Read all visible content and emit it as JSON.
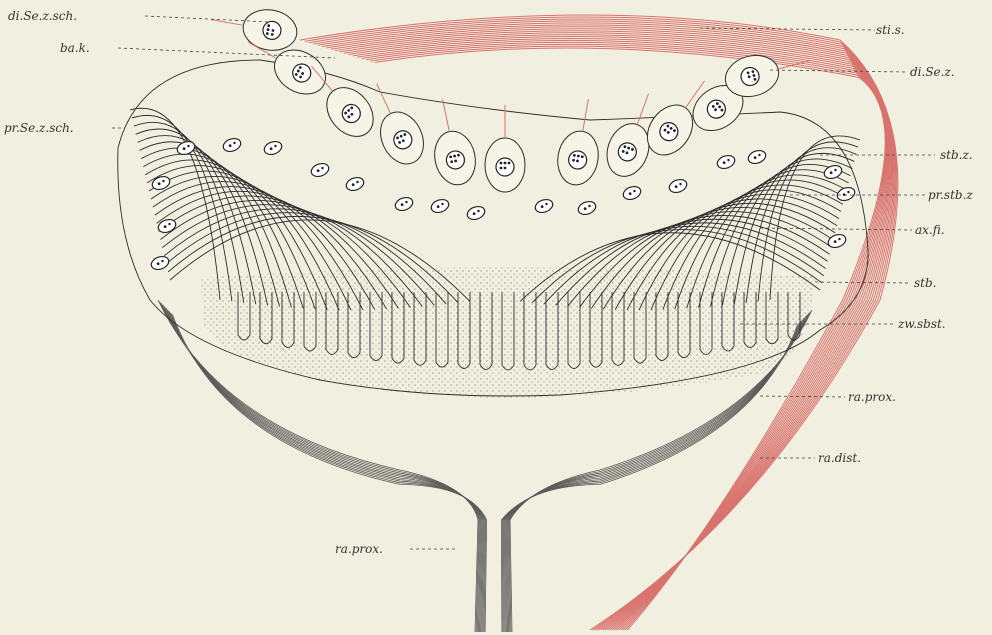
{
  "labels": {
    "di_se_z_sch": "di.Se.z.sch.",
    "ba_k": "ba.k.",
    "pr_se_z_sch": "pr.Se.z.sch.",
    "ra_prox_bottom": "ra.prox.",
    "sti_s": "sti.s.",
    "di_se_z": "di.Se.z.",
    "stb_z": "stb.z.",
    "pr_stb_z": "pr.stb.z",
    "ax_fi": "ax.fi.",
    "stb": "stb.",
    "zw_sbst": "zw.sbst.",
    "ra_prox_right": "ra.prox.",
    "ra_dist": "ra.dist."
  },
  "colors": {
    "background": "#f1efdf",
    "ink": "#2c2c2c",
    "red_fibers": "#d9736e",
    "grey_fibers": "#5a5a58",
    "stipple": "#7a7a72"
  }
}
